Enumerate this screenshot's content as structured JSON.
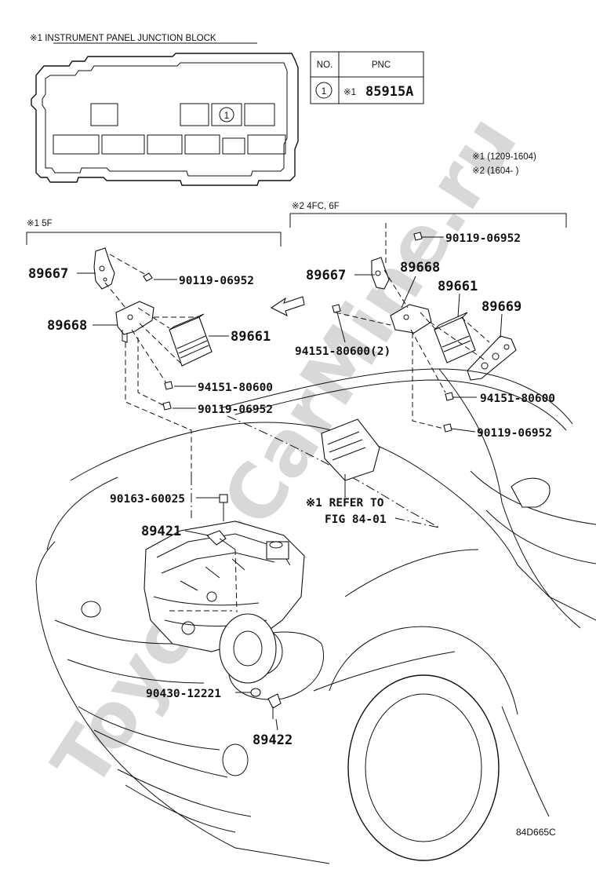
{
  "watermark": "Toyota-CarMine.ru",
  "junction_block": {
    "title": "※1 INSTRUMENT PANEL JUNCTION BLOCK",
    "fuse_marker": "1"
  },
  "pnc_table": {
    "col_no": "NO.",
    "col_pnc": "PNC",
    "row_no": "1",
    "row_note": "※1",
    "row_pnc": "85915A"
  },
  "notes": {
    "note1": "※1 (1209-1604)",
    "note2": "※2 (1604-        )"
  },
  "groups": {
    "left_header": "※1 5F",
    "right_header": "※2 4FC, 6F"
  },
  "left_parts": {
    "p89667": "89667",
    "p90119_a": "90119-06952",
    "p89668": "89668",
    "p89661": "89661",
    "p94151": "94151-80600",
    "p90119_b": "90119-06952"
  },
  "right_parts": {
    "p90119_a": "90119-06952",
    "p89667": "89667",
    "p89668": "89668",
    "p89661": "89661",
    "p89669": "89669",
    "p94151_2": "94151-80600(2)",
    "p94151": "94151-80600",
    "p90119_b": "90119-06952"
  },
  "engine_parts": {
    "p90163": "90163-60025",
    "p89421": "89421",
    "refer_1": "※1 REFER TO",
    "refer_2": "FIG 84-01",
    "p90430": "90430-12221",
    "p89422": "89422"
  },
  "figure_code": "84D665C"
}
